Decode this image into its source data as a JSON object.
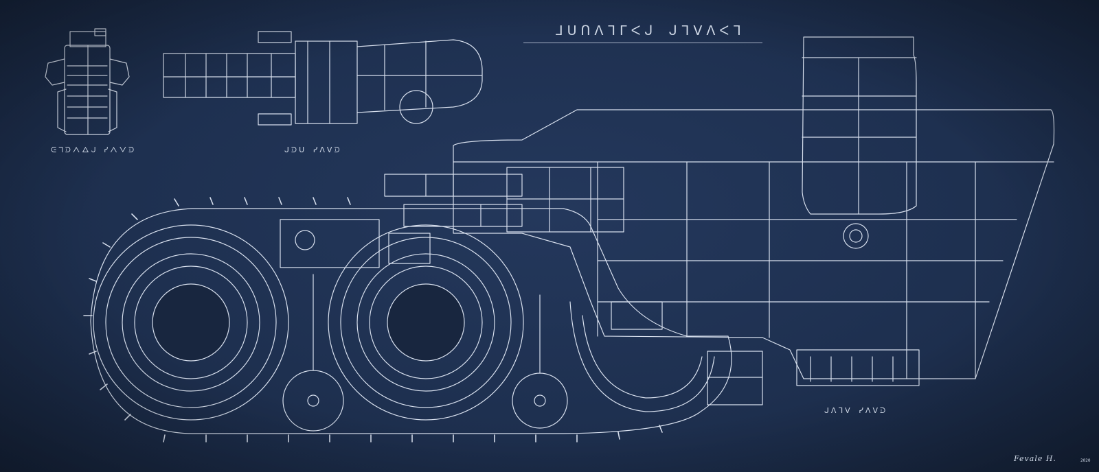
{
  "colors": {
    "background": "#1d2e4d",
    "linework": "#d8e0ee"
  },
  "title": "ᒧᑌᑎᐱᒣᒥᐸᒍ ᒍᒣᐯᐱᐸᒣ",
  "views": {
    "front": "ᕮᒣᑓᐱᐃᒍ ᓯᐱᐯᑓ",
    "top": "ᒍᑓᑌ ᓯᐱᐯᑓ",
    "side": "ᒍᐱᒣᐯ ᓯᐱᐯᑓ"
  },
  "signature": {
    "name": "Fevale H.",
    "year": "2020"
  }
}
